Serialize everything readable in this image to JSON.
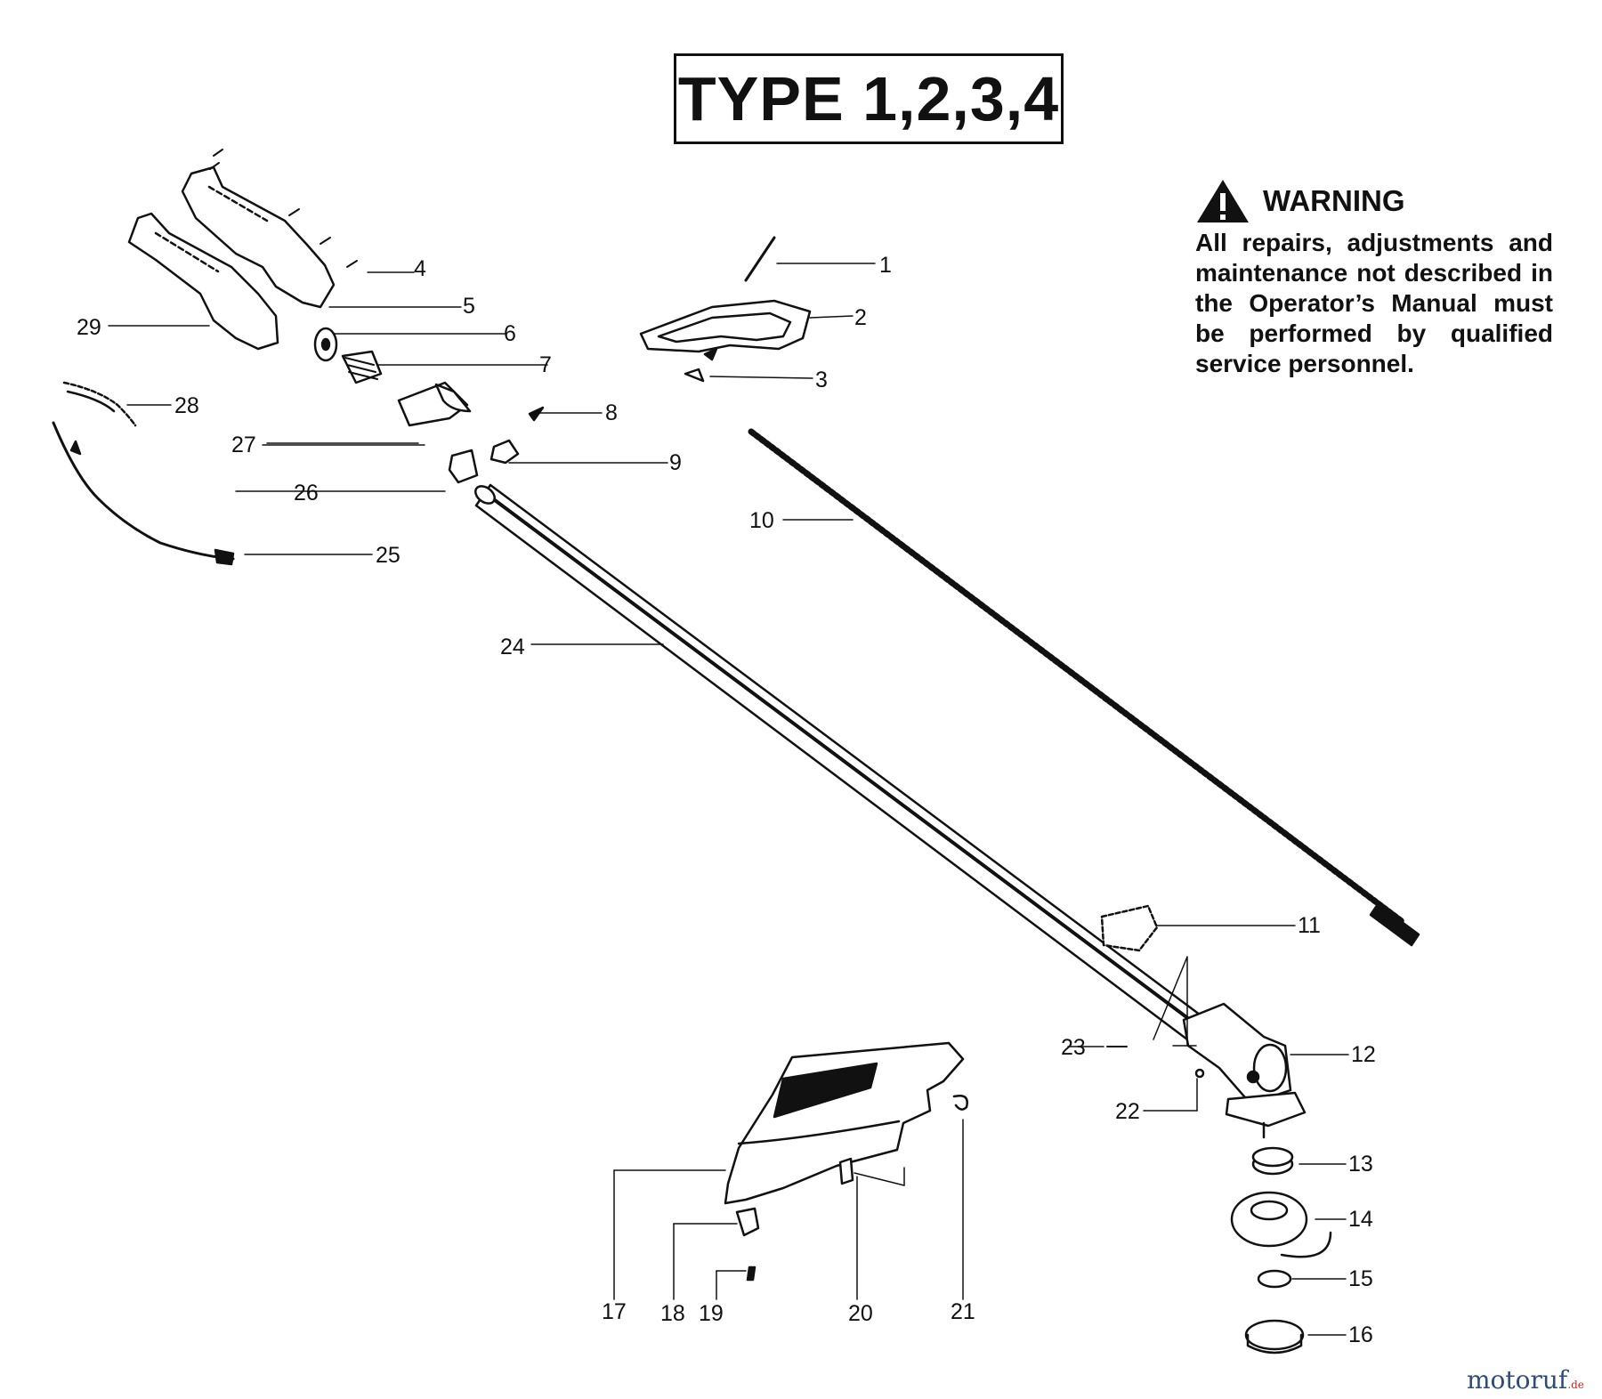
{
  "title": "TYPE 1,2,3,4",
  "warning": {
    "heading": "WARNING",
    "body": "All repairs, adjustments and maintenance not described in the Operator’s Manual must be performed by qualified service personnel."
  },
  "parts": [
    "1",
    "2",
    "3",
    "4",
    "5",
    "6",
    "7",
    "8",
    "9",
    "10",
    "11",
    "12",
    "13",
    "14",
    "15",
    "16",
    "17",
    "18",
    "19",
    "20",
    "21",
    "22",
    "23",
    "24",
    "25",
    "26",
    "27",
    "28",
    "29"
  ],
  "logo": {
    "main": "motoruf",
    "suffix": ".de"
  },
  "colors": {
    "ink": "#111111",
    "logo": "#2e4c7a"
  }
}
